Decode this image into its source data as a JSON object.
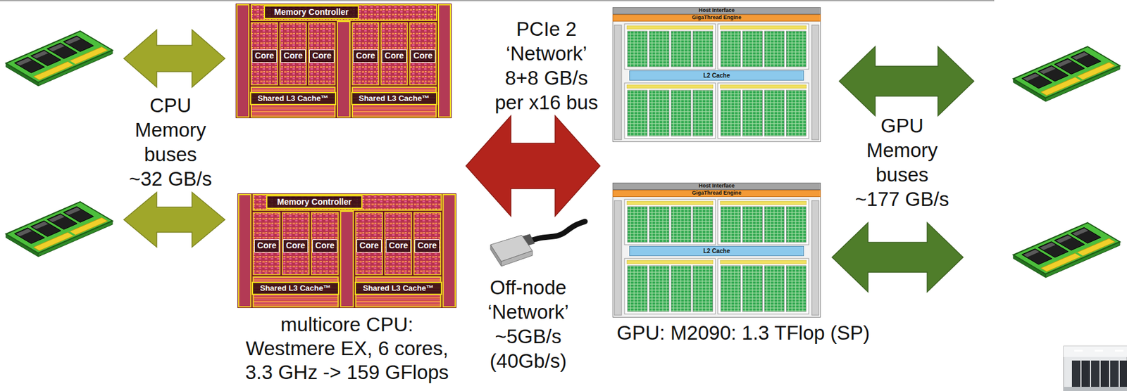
{
  "diagram": {
    "nodes": [
      {
        "text": []
      },
      {
        "text": [
          "Memory Controller"
        ],
        "in": 0
      },
      {
        "text": [
          "Core"
        ],
        "in": 0
      },
      {
        "text": [
          "Core"
        ],
        "in": 0
      },
      {
        "text": [
          "Core"
        ],
        "in": 0
      },
      {
        "text": [
          "Core"
        ],
        "in": 0
      },
      {
        "text": [
          "Core"
        ],
        "in": 0
      },
      {
        "text": [
          "Core"
        ],
        "in": 0
      },
      {
        "text": [
          "Shared L3 Cache™"
        ],
        "in": 0
      },
      {
        "text": [
          "Shared L3 Cache™"
        ],
        "in": 0
      },
      {
        "text": []
      },
      {
        "text": [
          "Host Interface"
        ],
        "in": 10
      },
      {
        "text": [
          "GigaThread Engine"
        ],
        "in": 10
      },
      {
        "text": [
          "L2 Cache"
        ],
        "in": 10
      },
      {
        "text": [
          "multicore CPU: Westmere EX, 6 cores, 3.3 GHz -> 159 GFlops"
        ]
      },
      {
        "text": [
          "Memory Controller"
        ],
        "in": 14
      },
      {
        "text": [
          "Core"
        ],
        "in": 14
      },
      {
        "text": [
          "Core"
        ],
        "in": 14
      },
      {
        "text": [
          "Core"
        ],
        "in": 14
      },
      {
        "text": [
          "Core"
        ],
        "in": 14
      },
      {
        "text": [
          "Core"
        ],
        "in": 14
      },
      {
        "text": [
          "Core"
        ],
        "in": 14
      },
      {
        "text": [
          "Shared L3 Cache™"
        ],
        "in": 14
      },
      {
        "text": [
          "Shared L3 Cache™"
        ],
        "in": 14
      },
      {
        "text": [
          "GPU: M2090: 1.3 TFlop (SP)"
        ]
      },
      {
        "text": [
          "Host Interface"
        ],
        "in": 24
      },
      {
        "text": [
          "GigaThread Engine"
        ],
        "in": 24
      },
      {
        "text": [
          "L2 Cache"
        ],
        "in": 24
      }
    ],
    "labels": [
      "CPU Memory buses ~32 GB/s",
      "PCIe 2 ‘Network’ 8+8 GB/s per x16 bus",
      "GPU Memory buses ~177 GB/s",
      "Off-node ‘Network’ ~5GB/s (40Gb/s)"
    ]
  }
}
